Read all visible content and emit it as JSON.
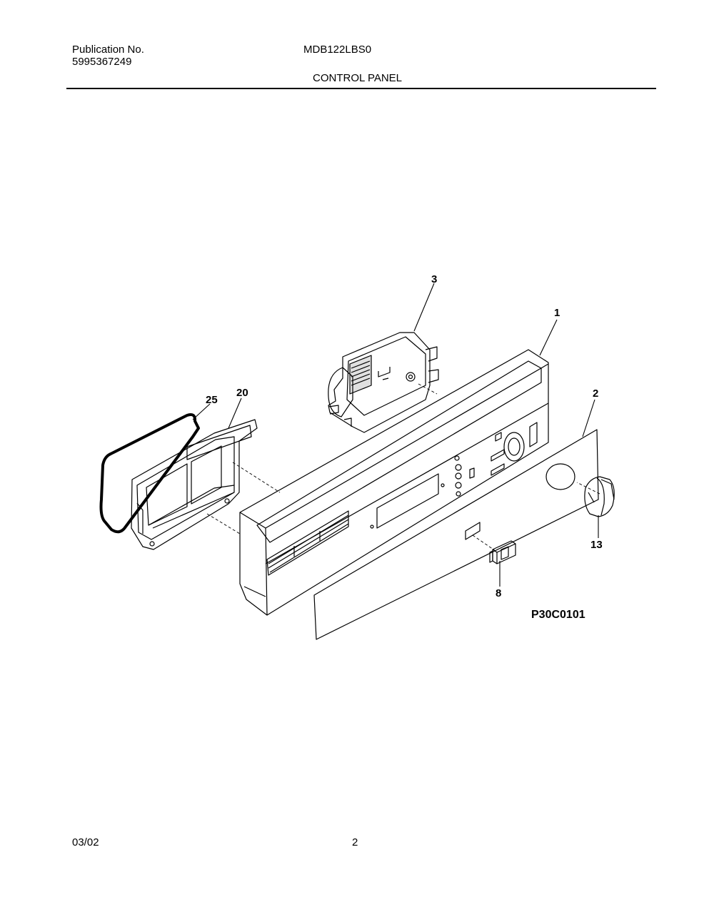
{
  "header": {
    "publication_label": "Publication No.",
    "publication_number": "5995367249",
    "model": "MDB122LBS0",
    "section_title": "CONTROL PANEL"
  },
  "diagram": {
    "callouts": [
      {
        "id": "1",
        "label": "1"
      },
      {
        "id": "2",
        "label": "2"
      },
      {
        "id": "3",
        "label": "3"
      },
      {
        "id": "8",
        "label": "8"
      },
      {
        "id": "13",
        "label": "13"
      },
      {
        "id": "20",
        "label": "20"
      },
      {
        "id": "25",
        "label": "25"
      }
    ],
    "figure_id": "P30C0101"
  },
  "footer": {
    "date": "03/02",
    "page": "2"
  }
}
